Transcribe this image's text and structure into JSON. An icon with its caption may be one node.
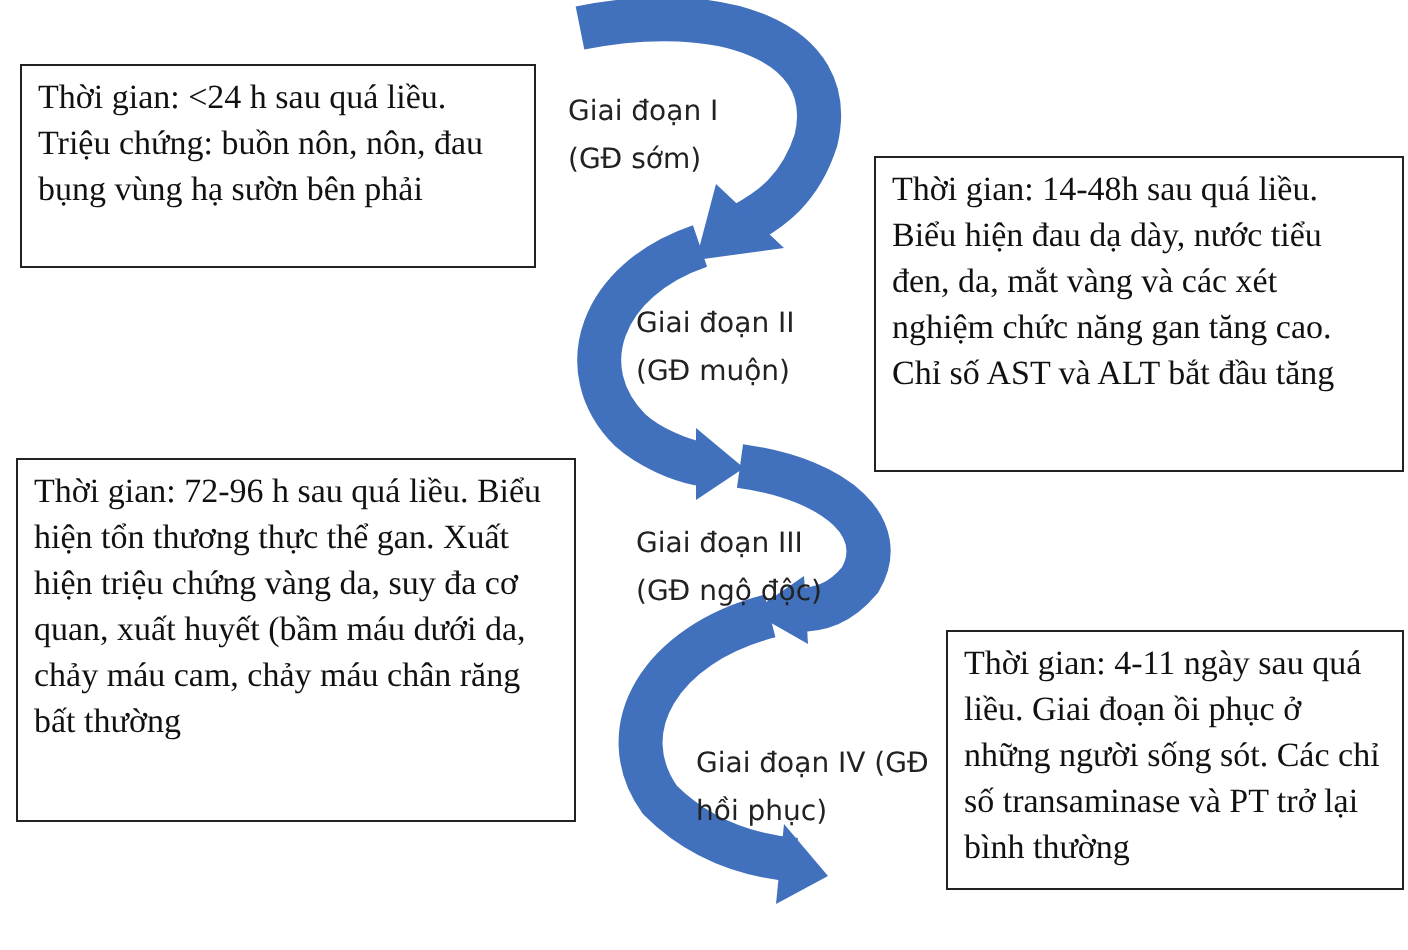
{
  "diagram": {
    "nodes": [
      {
        "text": [
          "Thời gian: <24 h sau quá liều. Triệu chứng: buồn nôn, nôn, đau bụng vùng hạ sườn bên phải"
        ],
        "beside": [
          "Giai đoạn I (GĐ sớm)"
        ]
      },
      {
        "text": [
          "Thời gian: 14-48h sau quá liều. Biểu hiện đau dạ dày, nước tiểu đen, da, mắt vàng và các xét nghiệm chức năng gan tăng cao. Chỉ số AST và ALT bắt đầu tăng"
        ],
        "beside": [
          "Giai đoạn II (GĐ muộn)"
        ]
      },
      {
        "text": [
          "Thời gian: 72-96 h sau quá liều. Biểu hiện tổn thương thực thể gan. Xuất hiện triệu chứng vàng da, suy đa cơ quan, xuất huyết (bầm máu dưới da, chảy máu cam, chảy máu chân răng bất thường"
        ],
        "beside": [
          "Giai đoạn III (GĐ ngộ độc)"
        ]
      },
      {
        "text": [
          "Thời gian: 4-11 ngày sau quá liều. Giai đoạn ồi phục ở những người sống sót. Các chỉ số transaminase và PT trở lại bình thường"
        ],
        "beside": [
          "Giai đoạn IV (GĐ hồi phục)"
        ]
      }
    ]
  }
}
